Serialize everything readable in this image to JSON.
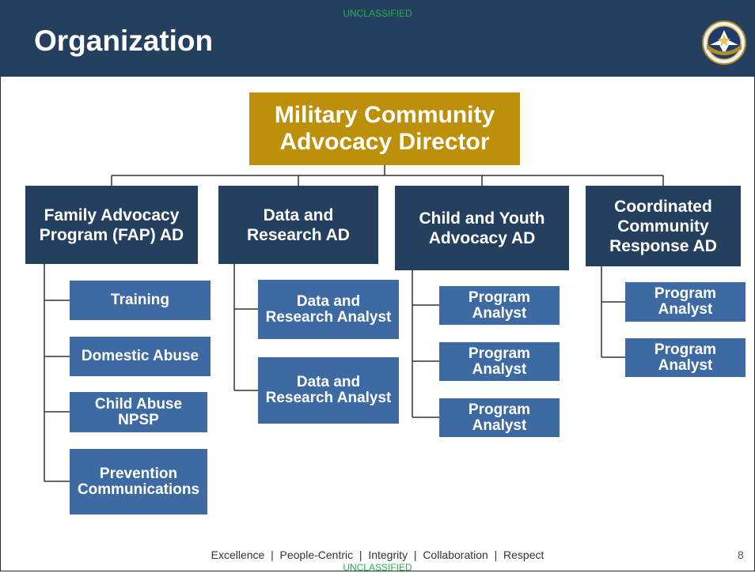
{
  "classification": {
    "top": "UNCLASSIFIED",
    "bottom": "UNCLASSIFIED"
  },
  "slide": {
    "title": "Organization"
  },
  "org": {
    "director": "Military Community\nAdvocacy Director",
    "ads": [
      {
        "label": "Family Advocacy\nProgram (FAP) AD"
      },
      {
        "label": "Data and\nResearch AD"
      },
      {
        "label": "Child and Youth\nAdvocacy AD"
      },
      {
        "label": "Coordinated\nCommunity\nResponse AD"
      }
    ],
    "fap_units": [
      "Training",
      "Domestic Abuse",
      "Child Abuse\nNPSP",
      "Prevention\nCommunications"
    ],
    "data_units": [
      "Data and\nResearch Analyst",
      "Data and\nResearch Analyst"
    ],
    "cya_units": [
      "Program\nAnalyst",
      "Program\nAnalyst",
      "Program\nAnalyst"
    ],
    "ccr_units": [
      "Program\nAnalyst",
      "Program\nAnalyst"
    ]
  },
  "footer": {
    "values": "Excellence  |  People-Centric  |  Integrity  |  Collaboration  |  Respect",
    "page_number": "8"
  },
  "colors": {
    "header": "#25405f",
    "director": "#bd900c",
    "ad_box": "#25405f",
    "sub_box": "#3d6aa3",
    "classification": "#20b24a"
  }
}
